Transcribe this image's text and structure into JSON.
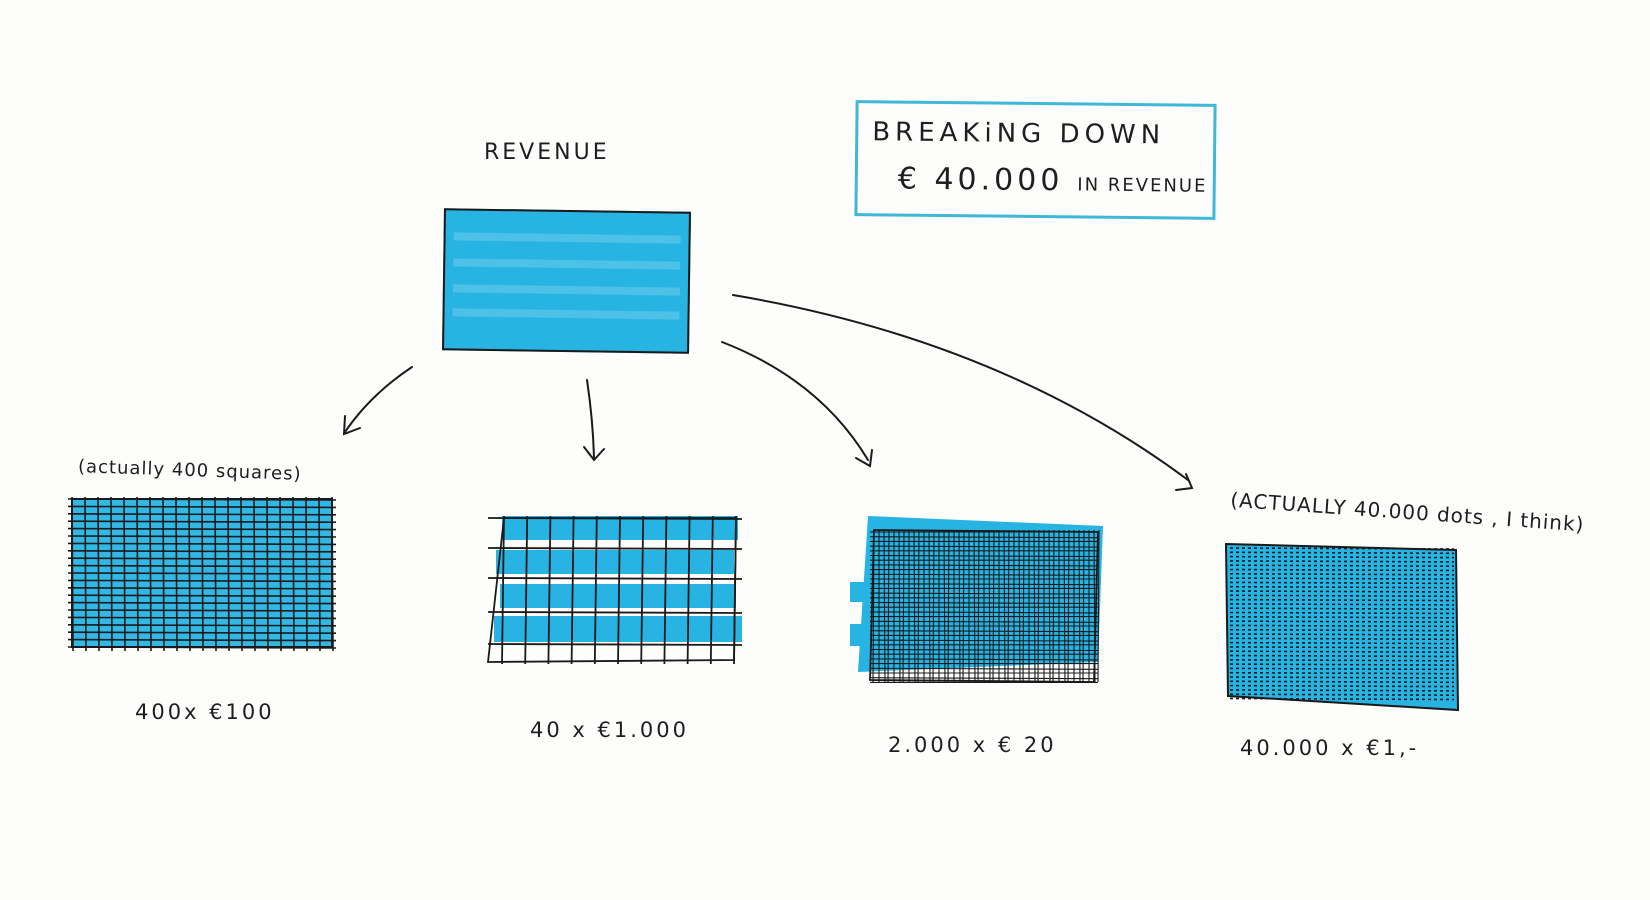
{
  "title": {
    "line1": "BREAKiNG DOWN",
    "amount": "€ 40.000",
    "suffix": "IN REVENUE"
  },
  "revenue_label": "REVENUE",
  "notes": {
    "left": "(actually 400 squares)",
    "right": "(ACTUALLY 40.000 dots , I think)"
  },
  "breakdowns": [
    {
      "label": "400x   €100"
    },
    {
      "label": "40 x   €1.000"
    },
    {
      "label": "2.000  x   € 20"
    },
    {
      "label": "40.000  x   €1,-"
    }
  ],
  "colors": {
    "marker_blue": "#27b4e3",
    "ink": "#1a1a1a",
    "title_box_border": "#3fb7d8"
  }
}
